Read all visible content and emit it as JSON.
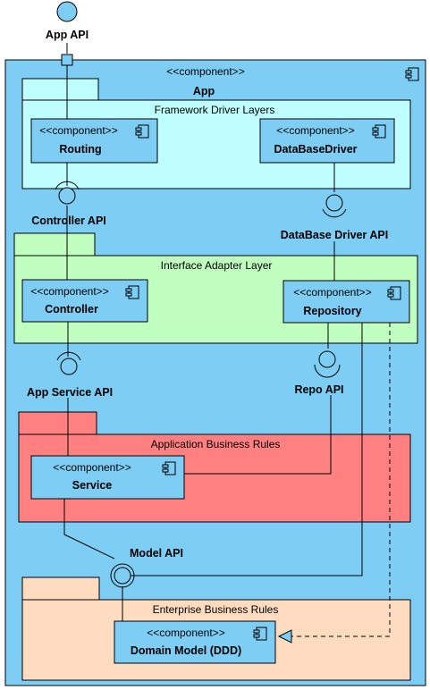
{
  "app_api": {
    "label": "App API"
  },
  "app": {
    "stereotype": "<<component>>",
    "name": "App",
    "colors": {
      "fill": "#7ecdf4",
      "stroke": "#000000"
    }
  },
  "packages": {
    "framework": {
      "label": "Framework Driver Layers",
      "fill": "#c0ffff"
    },
    "interface": {
      "label": "Interface Adapter Layer",
      "fill": "#c0ffc0"
    },
    "application": {
      "label": "Application Business Rules",
      "fill": "#ff8080"
    },
    "enterprise": {
      "label": "Enterprise Business Rules",
      "fill": "#ffdcc0"
    }
  },
  "components": {
    "routing": {
      "stereotype": "<<component>>",
      "name": "Routing"
    },
    "database_driver": {
      "stereotype": "<<component>>",
      "name": "DataBaseDriver"
    },
    "controller": {
      "stereotype": "<<component>>",
      "name": "Controller"
    },
    "repository": {
      "stereotype": "<<component>>",
      "name": "Repository"
    },
    "service": {
      "stereotype": "<<component>>",
      "name": "Service"
    },
    "domain_model": {
      "stereotype": "<<component>>",
      "name": "Domain Model (DDD)"
    }
  },
  "interfaces": {
    "controller_api": "Controller API",
    "database_driver_api": "DataBase Driver API",
    "app_service_api": "App Service API",
    "repo_api": "Repo API",
    "model_api": "Model API"
  }
}
